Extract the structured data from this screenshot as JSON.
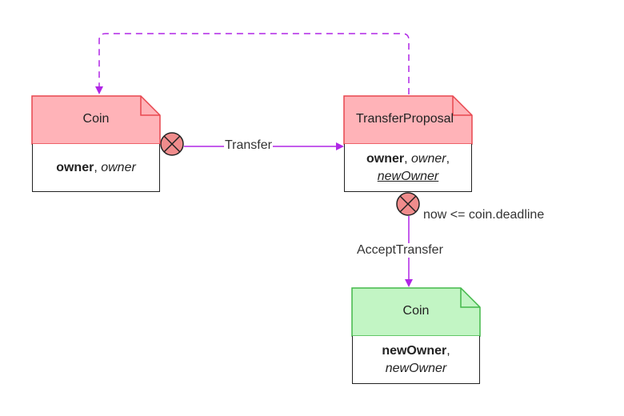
{
  "nodes": {
    "coin_left": {
      "title": "Coin",
      "field_bold": "owner",
      "sep": ", ",
      "field_italic": "owner",
      "color": "#ffb3b8",
      "border": "#e8474f"
    },
    "transfer_proposal": {
      "title": "TransferProposal",
      "field_bold": "owner",
      "sep1": ", ",
      "field_italic": "owner",
      "sep2": ",",
      "field_underline": "newOwner",
      "color": "#ffb3b8",
      "border": "#e8474f"
    },
    "coin_bottom": {
      "title": "Coin",
      "field_bold": "newOwner",
      "sep": ",",
      "field_italic": "newOwner",
      "color": "#c2f5c4",
      "border": "#43b84a"
    }
  },
  "edges": {
    "transfer": {
      "label": "Transfer"
    },
    "accept_transfer": {
      "label": "AcceptTransfer",
      "guard": "now <= coin.deadline"
    }
  },
  "colors": {
    "arrow": "#b026e6",
    "gate_fill": "#f08c8c"
  }
}
